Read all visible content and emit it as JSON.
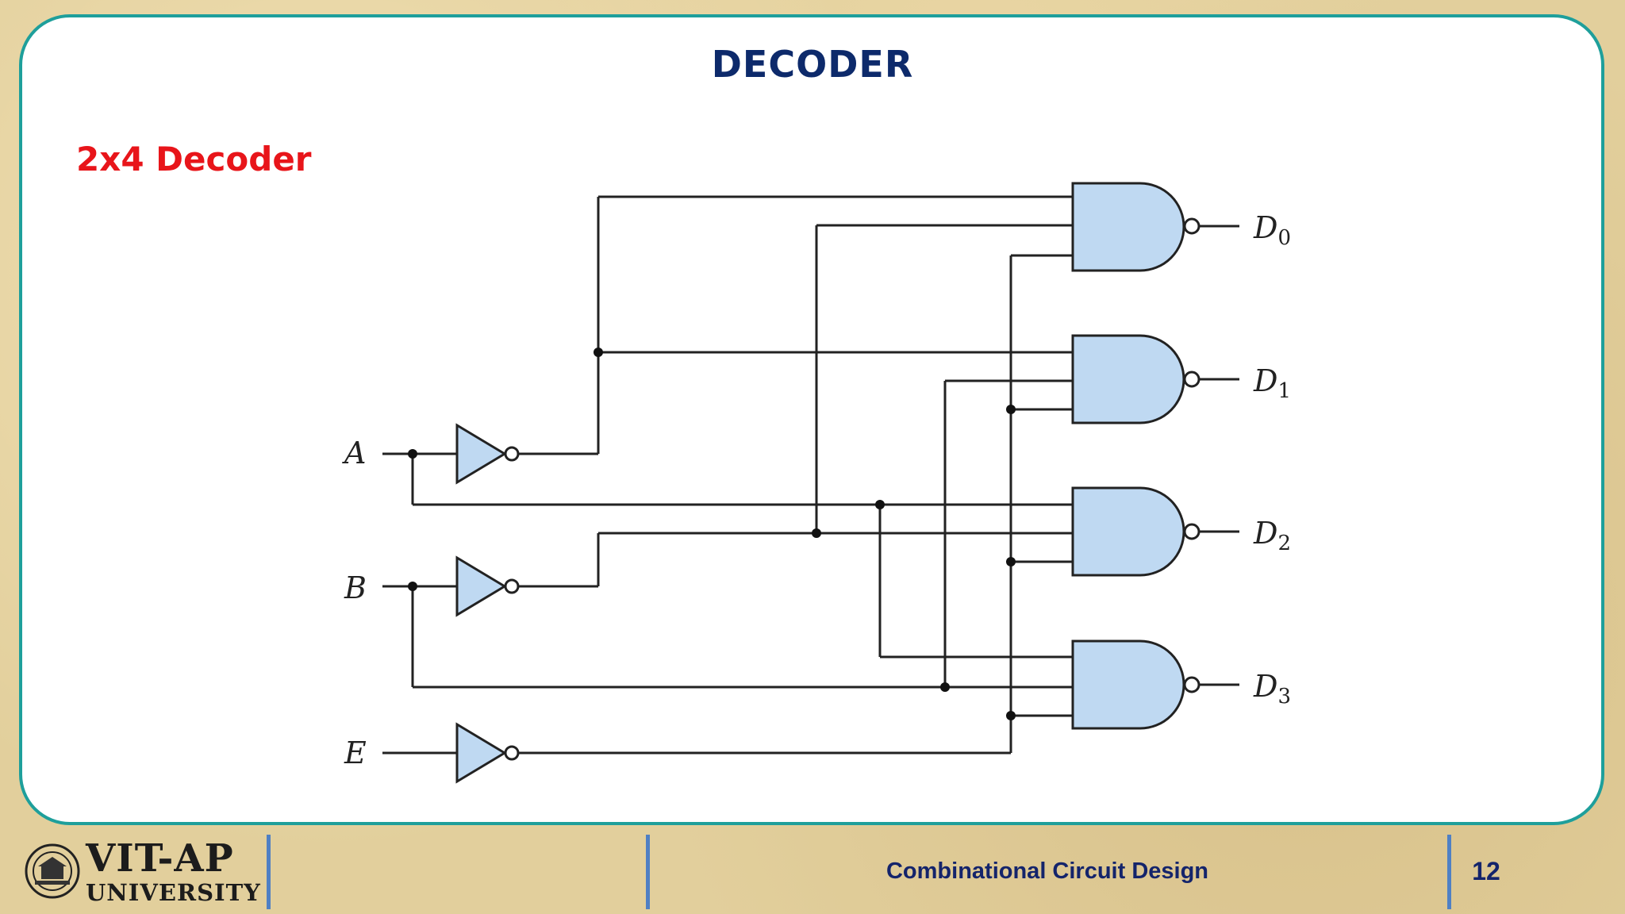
{
  "slide": {
    "title": "DECODER",
    "subtitle": "2x4 Decoder"
  },
  "circuit": {
    "inputs": [
      "A",
      "B",
      "E"
    ],
    "outputs": [
      {
        "name": "D",
        "sub": "0"
      },
      {
        "name": "D",
        "sub": "1"
      },
      {
        "name": "D",
        "sub": "2"
      },
      {
        "name": "D",
        "sub": "3"
      }
    ],
    "gate_fill": "#bfd9f2"
  },
  "footer": {
    "logo_line1": "VIT-AP",
    "logo_line2": "UNIVERSITY",
    "topic": "Combinational Circuit Design",
    "page": "12"
  },
  "colors": {
    "panel_border": "#1e9f9b",
    "title": "#0d2a6b",
    "subtitle": "#e8151a",
    "footer_text": "#14246b",
    "divider": "#4f80c4"
  }
}
